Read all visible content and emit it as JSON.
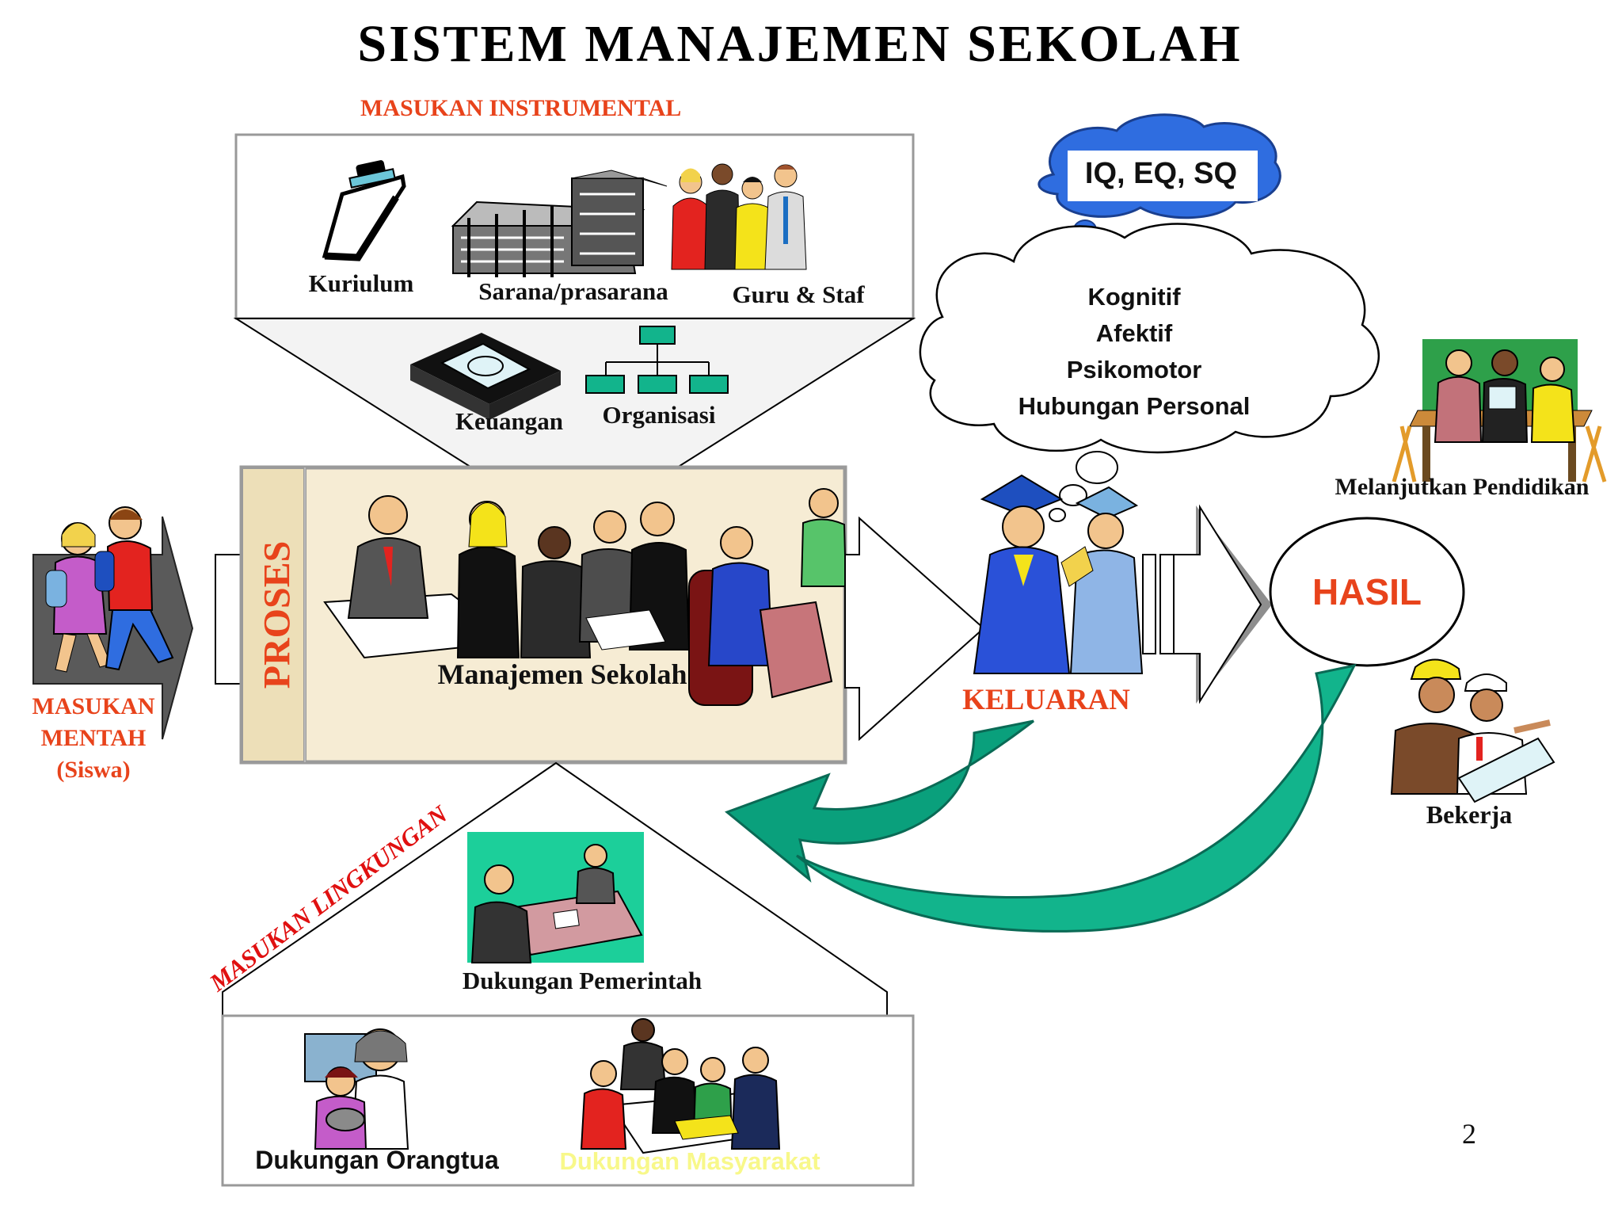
{
  "title": "SISTEM MANAJEMEN SEKOLAH",
  "instrumental": {
    "heading": "MASUKAN INSTRUMENTAL",
    "items": [
      "Kuriulum",
      "Sarana/prasarana",
      "Guru & Staf",
      "Keuangan",
      "Organisasi"
    ]
  },
  "raw_input": {
    "line1": "MASUKAN",
    "line2": "MENTAH",
    "line3": "(Siswa)"
  },
  "process": {
    "side_label": "PROSES",
    "caption": "Manajemen Sekolah"
  },
  "output": {
    "label": "KELUARAN",
    "small_thought": "IQ, EQ, SQ",
    "big_thought": [
      "Kognitif",
      "Afektif",
      "Psikomotor",
      "Hubungan Personal"
    ]
  },
  "result": {
    "label": "HASIL",
    "continue_label": "Melanjutkan Pendidikan",
    "work_label": "Bekerja"
  },
  "environment": {
    "heading": "MASUKAN LINGKUNGAN",
    "government": "Dukungan Pemerintah",
    "parents": "Dukungan Orangtua",
    "community": "Dukungan Masyarakat"
  },
  "page_number": "2",
  "colors": {
    "accent_red": "#e8431b",
    "arrow_green": "#0aa07c",
    "dark_green": "#0a6a55",
    "process_bg": "#f6ecd4",
    "cloud_blue": "#2f6de0"
  },
  "icons": [
    "clipboard-icon",
    "building-icon",
    "people-icon",
    "money-icon",
    "org-chart-icon",
    "students-icon",
    "meeting-icon",
    "graduates-icon",
    "study-group-icon",
    "workers-icon",
    "government-meeting-icon",
    "parent-child-icon",
    "community-meeting-icon"
  ]
}
